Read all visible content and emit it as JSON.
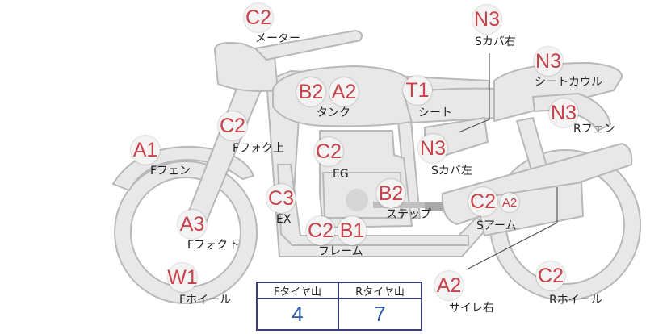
{
  "parts": {
    "meter": {
      "label": "メーター",
      "grade": "C2"
    },
    "tank": {
      "label": "タンク",
      "grades": [
        "B2",
        "A2"
      ]
    },
    "seat": {
      "label": "シート",
      "grade": "T1"
    },
    "cover_right": {
      "label": "Sカバ右",
      "grade": "N3"
    },
    "seat_cowl": {
      "label": "シートカウル",
      "grade": "N3"
    },
    "r_fender": {
      "label": "Rフェン",
      "grade": "N3"
    },
    "f_fork_up": {
      "label": "Fフォク上",
      "grade": "C2"
    },
    "f_fender": {
      "label": "Fフェン",
      "grade": "A1"
    },
    "engine": {
      "label": "EG",
      "grade": "C2"
    },
    "cover_left": {
      "label": "Sカバ左",
      "grade": "N3"
    },
    "exhaust": {
      "label": "EX",
      "grade": "C3"
    },
    "step": {
      "label": "ステップ",
      "grade": "B2"
    },
    "swing_arm": {
      "label": "Sアーム",
      "grades": [
        "C2",
        "A2"
      ]
    },
    "f_fork_low": {
      "label": "Fフォク下",
      "grade": "A3"
    },
    "frame": {
      "label": "フレーム",
      "grades": [
        "C2",
        "B1"
      ]
    },
    "f_wheel": {
      "label": "Fホイール",
      "grade": "W1"
    },
    "muffler_r": {
      "label": "サイレ右",
      "grade": "A2"
    },
    "r_wheel": {
      "label": "Rホイール",
      "grade": "C2"
    }
  },
  "tire_table": {
    "front_header": "Fタイヤ山",
    "rear_header": "Rタイヤ山",
    "front_value": "4",
    "rear_value": "7"
  },
  "colors": {
    "grade_text": "#c8434b",
    "bike_fill": "#e8e8e8",
    "bike_stroke": "#b8b8b8",
    "table_border": "#3a3f78",
    "table_value": "#2f5aa8"
  }
}
